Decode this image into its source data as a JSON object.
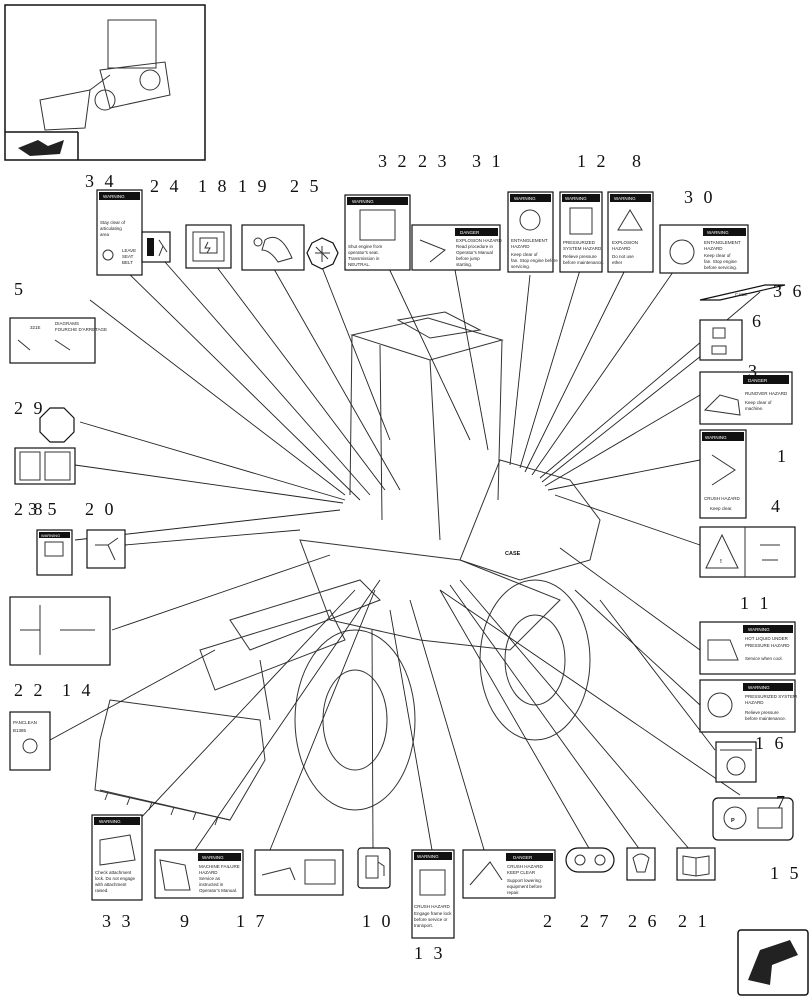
{
  "decal_text": {
    "warning": "WARNING",
    "danger": "DANGER",
    "warning_34": [
      "Stay clear of",
      "articulating",
      "area",
      "LEAVE",
      "SEAT",
      "BELT"
    ],
    "warning_32": [
      "Shut engine from",
      "operator's seat.",
      "Transmission in",
      "NEUTRAL."
    ],
    "danger_23": [
      "EXPLOSION HAZARD",
      "Read procedure in",
      "Operator's Manual",
      "before jump",
      "starting."
    ],
    "warning_31": [
      "ENTANGLEMENT",
      "HAZARD",
      "Keep clear of",
      "fan. Stop engine before",
      "servicing."
    ],
    "warning_12": [
      "PRESSURIZED",
      "SYSTEM HAZARD",
      "Relieve pressure",
      "before maintenance."
    ],
    "warning_8": [
      "EXPLOSION",
      "HAZARD",
      "Do not use",
      "ether"
    ],
    "warning_30": [
      "ENTANGLEMENT",
      "HAZARD",
      "Keep clear of",
      "fan. Stop engine",
      "before servicing."
    ],
    "danger_3": [
      "RUNOVER HAZARD",
      "Keep clear of",
      "machine."
    ],
    "warning_1": [
      "CRUSH HAZARD",
      "Keep clear."
    ],
    "warning_11": [
      "HOT LIQUID UNDER",
      "PRESSURE HAZARD",
      "Service when cool."
    ],
    "warning_16": [
      "PRESSURIZED SYSTEM",
      "HAZARD",
      "Relieve pressure",
      "before maintenance."
    ],
    "warning_33": [
      "Check attachment",
      "lock. Do not engage",
      "with attachment",
      "raised."
    ],
    "warning_9": [
      "MACHINE FAILURE",
      "HAZARD",
      "Service as",
      "instructed in",
      "Operator's Manual."
    ],
    "warning_13": [
      "CRUSH HAZARD",
      "Engage frame lock",
      "before service or",
      "transport."
    ],
    "danger_2": [
      "CRUSH HAZARD",
      "KEEP CLEAR",
      "Support lowering",
      "equipment before",
      "repair."
    ],
    "decal_5_header": [
      "DIAGRAMS",
      "FOURCHE D'ARRETAGE"
    ],
    "decal_5_model": "321E",
    "decal_22": [
      "PANCLEAN",
      "B1385"
    ],
    "decal_15_p": "P",
    "decal_36": "CASE"
  },
  "callouts": [
    {
      "id": "34",
      "label": "3 4"
    },
    {
      "id": "24",
      "label": "2 4"
    },
    {
      "id": "18",
      "label": "1 8"
    },
    {
      "id": "19",
      "label": "1 9"
    },
    {
      "id": "25",
      "label": "2 5"
    },
    {
      "id": "32",
      "label": "3 2"
    },
    {
      "id": "23",
      "label": "2 3"
    },
    {
      "id": "31",
      "label": "3 1"
    },
    {
      "id": "12",
      "label": "1 2"
    },
    {
      "id": "8",
      "label": "8"
    },
    {
      "id": "30",
      "label": "3 0"
    },
    {
      "id": "36",
      "label": "3 6"
    },
    {
      "id": "6",
      "label": "6"
    },
    {
      "id": "3",
      "label": "3"
    },
    {
      "id": "1",
      "label": "1"
    },
    {
      "id": "4",
      "label": "4"
    },
    {
      "id": "11",
      "label": "1 1"
    },
    {
      "id": "16",
      "label": "1 6"
    },
    {
      "id": "7",
      "label": "7"
    },
    {
      "id": "15",
      "label": "1 5"
    },
    {
      "id": "5",
      "label": "5"
    },
    {
      "id": "29",
      "label": "2 9"
    },
    {
      "id": "28",
      "label": "2 8"
    },
    {
      "id": "35",
      "label": "3 5"
    },
    {
      "id": "20",
      "label": "2 0"
    },
    {
      "id": "14",
      "label": "1 4"
    },
    {
      "id": "22",
      "label": "2 2"
    },
    {
      "id": "33",
      "label": "3 3"
    },
    {
      "id": "9",
      "label": "9"
    },
    {
      "id": "17",
      "label": "1 7"
    },
    {
      "id": "10",
      "label": "1 0"
    },
    {
      "id": "13",
      "label": "1 3"
    },
    {
      "id": "2",
      "label": "2"
    },
    {
      "id": "27",
      "label": "2 7"
    },
    {
      "id": "26",
      "label": "2 6"
    },
    {
      "id": "21",
      "label": "2 1"
    }
  ]
}
